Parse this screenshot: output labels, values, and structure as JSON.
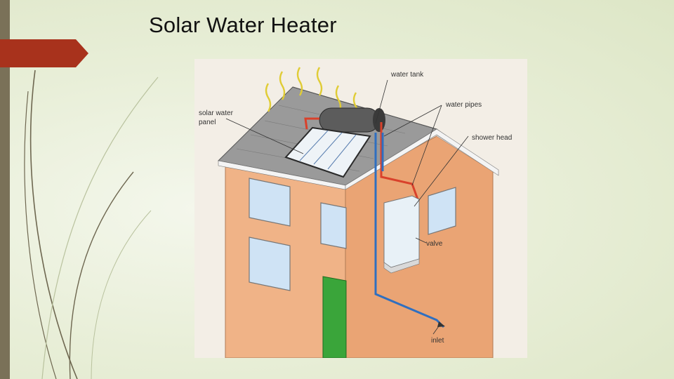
{
  "slide": {
    "title": "Solar Water Heater"
  },
  "diagram": {
    "labels": {
      "water_tank": "water tank",
      "water_pipes": "water pipes",
      "solar_panel_line1": "solar water",
      "solar_panel_line2": "panel",
      "shower_head": "shower head",
      "valve": "valve",
      "inlet": "inlet"
    }
  },
  "colors": {
    "accent_banner": "#a8321c",
    "hot_pipe": "#d9412b",
    "cold_pipe": "#2f6fc0",
    "door": "#3aa53a",
    "wall": "#f0b387",
    "roof": "#9e9e9e"
  }
}
